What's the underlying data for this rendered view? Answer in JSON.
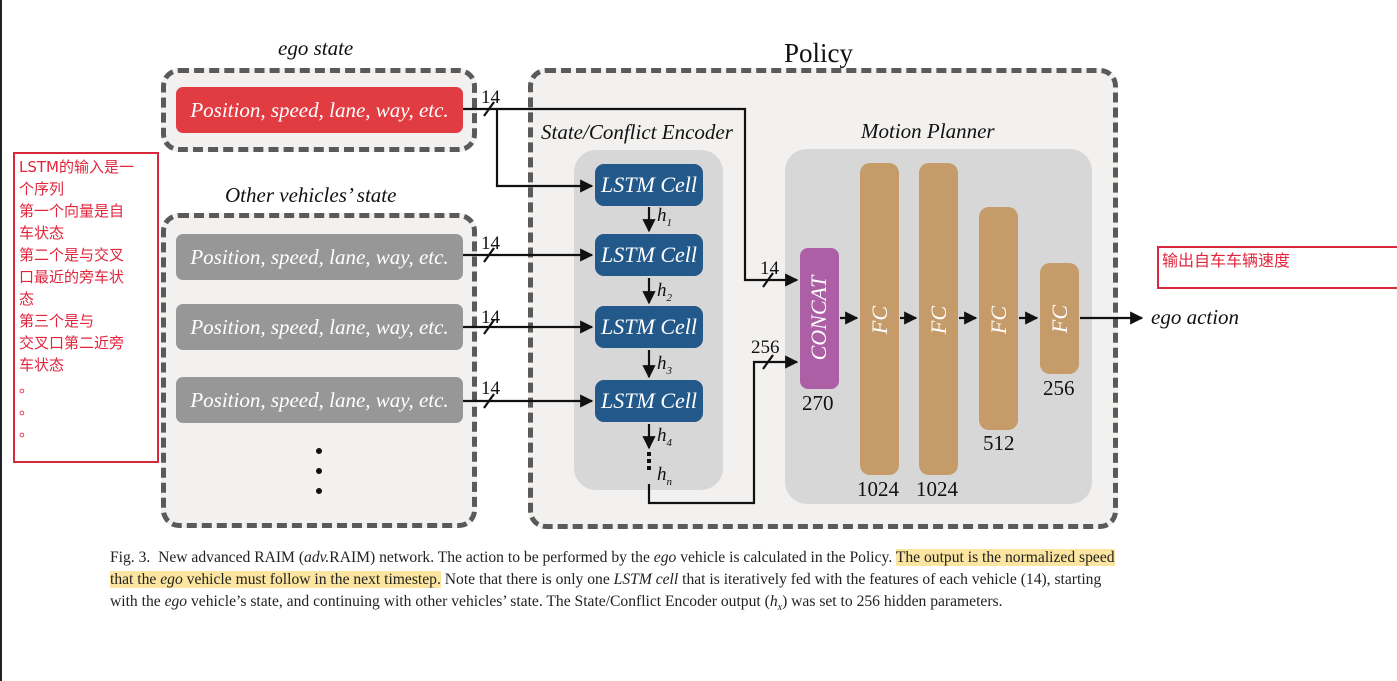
{
  "diagram": {
    "ego_state_title": "ego state",
    "other_state_title": "Other vehicles’ state",
    "policy_title": "Policy",
    "encoder_title": "State/Conflict Encoder",
    "planner_title": "Motion Planner",
    "input_label": "Position, speed, lane, way, etc.",
    "lstm_label": "LSTM Cell",
    "hidden_states": [
      "h",
      "h",
      "h",
      "h",
      "h"
    ],
    "hidden_subscripts": [
      "1",
      "2",
      "3",
      "4",
      "n"
    ],
    "input_dim": "14",
    "concat_label": "CONCAT",
    "concat_in_ego": "14",
    "concat_in_hidden": "256",
    "concat_size": "270",
    "fc_label": "FC",
    "fc_sizes": [
      "1024",
      "1024",
      "512",
      "256"
    ],
    "output_label": "ego action",
    "colors": {
      "ego": "#e23c43",
      "other": "#979797",
      "lstm": "#22588a",
      "concat": "#ac5fa5",
      "fc": "#c69b6a"
    }
  },
  "annotations": {
    "left_note": [
      "LSTM的输入是一",
      "个序列",
      "第一个向量是自",
      "车状态",
      "第二个是与交叉",
      "口最近的旁车状",
      "态",
      "第三个是与",
      "交叉口第二近旁",
      "车状态",
      "。",
      "。",
      "。"
    ],
    "right_note": "输出自车车辆速度"
  },
  "caption": {
    "p1": "Fig. 3. New advanced RAIM (",
    "p2": "adv.",
    "p3": "RAIM) network. The action to be performed by the ",
    "p4": "ego",
    "p5": " vehicle is calculated in the Policy. ",
    "hl1": "The output is the normalized speed",
    "hl2a": "that the ",
    "hl2b": "ego",
    "hl2c": " vehicle must follow in the next timestep.",
    "p6": " Note that there is only one ",
    "p7": "LSTM cell",
    "p8": " that is iteratively fed with the features of each vehicle (14), starting",
    "p9": "with the ",
    "p10": "ego",
    "p11": " vehicle’s state, and continuing with other vehicles’ state. The State/Conflict Encoder output (",
    "p12": "h",
    "p13": "x",
    "p14": ") was set to 256 hidden parameters."
  }
}
